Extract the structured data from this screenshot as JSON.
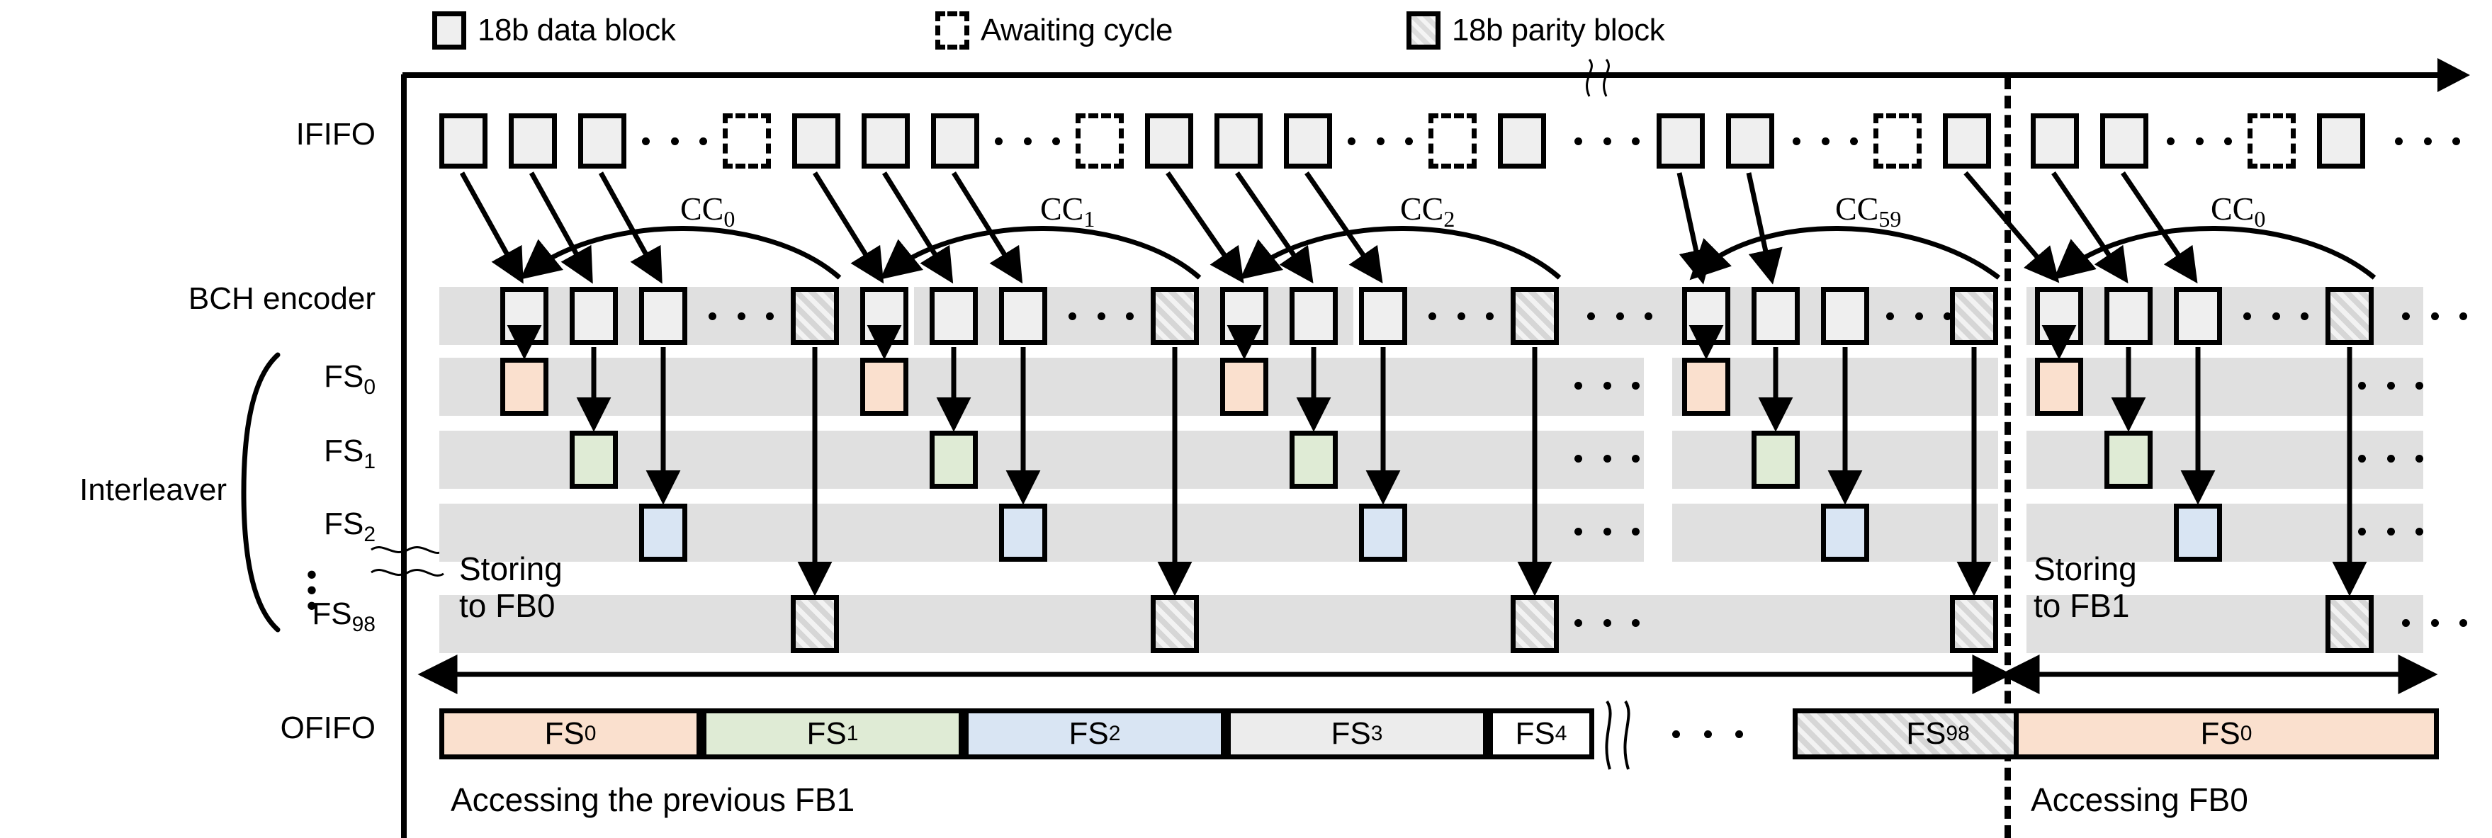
{
  "legend": {
    "items": [
      {
        "swatch": "data-block-swatch",
        "label": "18b data block"
      },
      {
        "swatch": "awaiting-cycle-swatch",
        "label": "Awaiting cycle"
      },
      {
        "swatch": "parity-block-swatch",
        "label": "18b parity block"
      }
    ]
  },
  "rows": {
    "ififo": "IFIFO",
    "bch": "BCH encoder",
    "interleaver": "Interleaver",
    "fs0": "FS",
    "fs0_sub": "0",
    "fs1": "FS",
    "fs1_sub": "1",
    "fs2": "FS",
    "fs2_sub": "2",
    "fs98": "FS",
    "fs98_sub": "98",
    "ofifo": "OFIFO",
    "vdots": "⋮"
  },
  "cycles": [
    {
      "label": "CC",
      "sub": "0"
    },
    {
      "label": "CC",
      "sub": "1"
    },
    {
      "label": "CC",
      "sub": "2"
    },
    {
      "label": "CC",
      "sub": "59"
    },
    {
      "label": "CC",
      "sub": "0"
    }
  ],
  "ofifo_segments": [
    {
      "name": "FS",
      "sub": "0",
      "style": "seg-fs0"
    },
    {
      "name": "FS",
      "sub": "1",
      "style": "seg-fs1"
    },
    {
      "name": "FS",
      "sub": "2",
      "style": "seg-fs2"
    },
    {
      "name": "FS",
      "sub": "3",
      "style": "seg-fs3"
    },
    {
      "name": "FS",
      "sub": "4",
      "style": "seg-fs4"
    },
    {
      "name": "FS",
      "sub": "98",
      "style": "seg-fs98"
    },
    {
      "name": "FS",
      "sub": "0",
      "style": "seg-fs0"
    }
  ],
  "annotations": {
    "storing_fb0_line1": "Storing",
    "storing_fb0_line2": "to FB0",
    "storing_fb1_line1": "Storing",
    "storing_fb1_line2": "to FB1",
    "accessing_prev_fb1": "Accessing the previous FB1",
    "accessing_fb0": "Accessing FB0"
  },
  "colors": {
    "data_block": "#efefef",
    "band": "#e0e0e0",
    "fs0": "#fae0ce",
    "fs1": "#dfebd5",
    "fs2": "#d9e5f3",
    "parity_hatch": "#d6d6d6",
    "stroke": "#000000"
  },
  "chart_data": {
    "type": "timing-diagram",
    "title": "BCH encoder / interleaver pipeline timing",
    "lanes": [
      "IFIFO",
      "BCH encoder",
      "FS0",
      "FS1",
      "FS2",
      "FS98",
      "OFIFO"
    ],
    "cycle_labels": [
      "CC0",
      "CC1",
      "CC2",
      "CC59",
      "CC0"
    ],
    "blocks_per_cycle_ififo": [
      "data",
      "data",
      "data",
      "ellipsis",
      "awaiting"
    ],
    "blocks_per_cycle_bch": [
      "data",
      "data",
      "data",
      "ellipsis",
      "parity"
    ],
    "interleaver_rows": 99,
    "frame_buffer_phases": [
      "Storing to FB0",
      "Storing to FB1"
    ],
    "ofifo_access_phases": [
      "Accessing the previous FB1",
      "Accessing FB0"
    ]
  }
}
